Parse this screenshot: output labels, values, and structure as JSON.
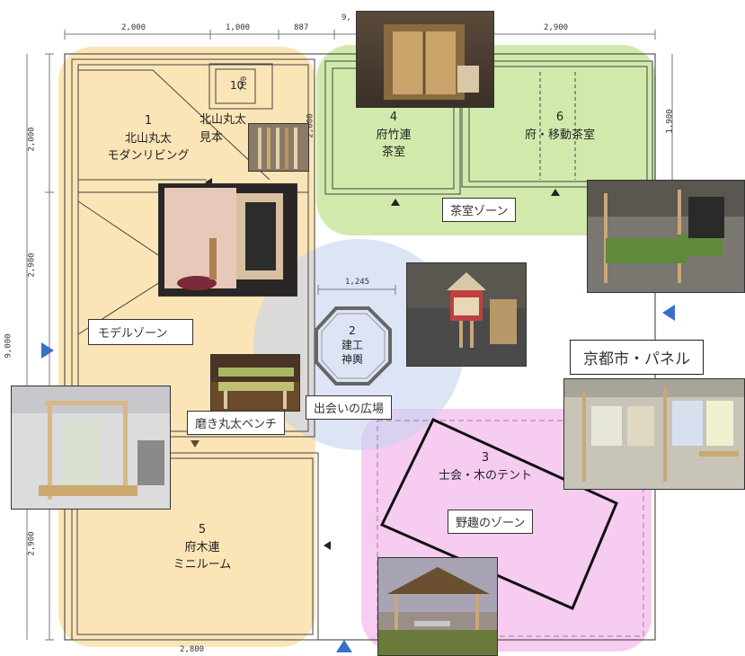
{
  "dimensions": {
    "top_total": "9,",
    "top_2000": "2,000",
    "top_1000": "1,000",
    "top_887": "887",
    "top_2900": "2,900",
    "left_2000": "2,000",
    "left_2900a": "2,900",
    "left_9000": "9,000",
    "left_2900b": "2,900",
    "right_1900": "1,900",
    "mid_2000": "2,000",
    "shrine_1245": "1,245",
    "sample_700": "700",
    "bottom_2800": "2,800"
  },
  "areas": {
    "a1_num": "1",
    "a1_line1": "北山丸太",
    "a1_line2": "モダンリビング",
    "sample_line1": "北山丸太",
    "sample_line2": "見本",
    "sample_num": "10",
    "a4_num": "4",
    "a4_line1": "府竹連",
    "a4_line2": "茶室",
    "a6_num": "6",
    "a6_line1": "府・移動茶室",
    "a2_num": "2",
    "a2_line1": "建工",
    "a2_line2": "神輿",
    "a3_num": "3",
    "a3_line1": "士会・木のテント",
    "a5_num": "5",
    "a5_line1": "府木連",
    "a5_line2": "ミニルーム"
  },
  "callouts": {
    "tea_zone": "茶室ゾーン",
    "model_zone": "モデルゾーン",
    "meeting_plaza": "出会いの広場",
    "bench": "磨き丸太ベンチ",
    "wild_zone": "野趣のゾーン",
    "kyoto_panel": "京都市・パネル"
  },
  "colors": {
    "model_zone": "#fbe3b0",
    "tea_zone": "#cfe9a8",
    "wild_zone": "#f6c8f0",
    "plaza": "#c7d2ee",
    "arrow_blue": "#3a6fc7"
  }
}
